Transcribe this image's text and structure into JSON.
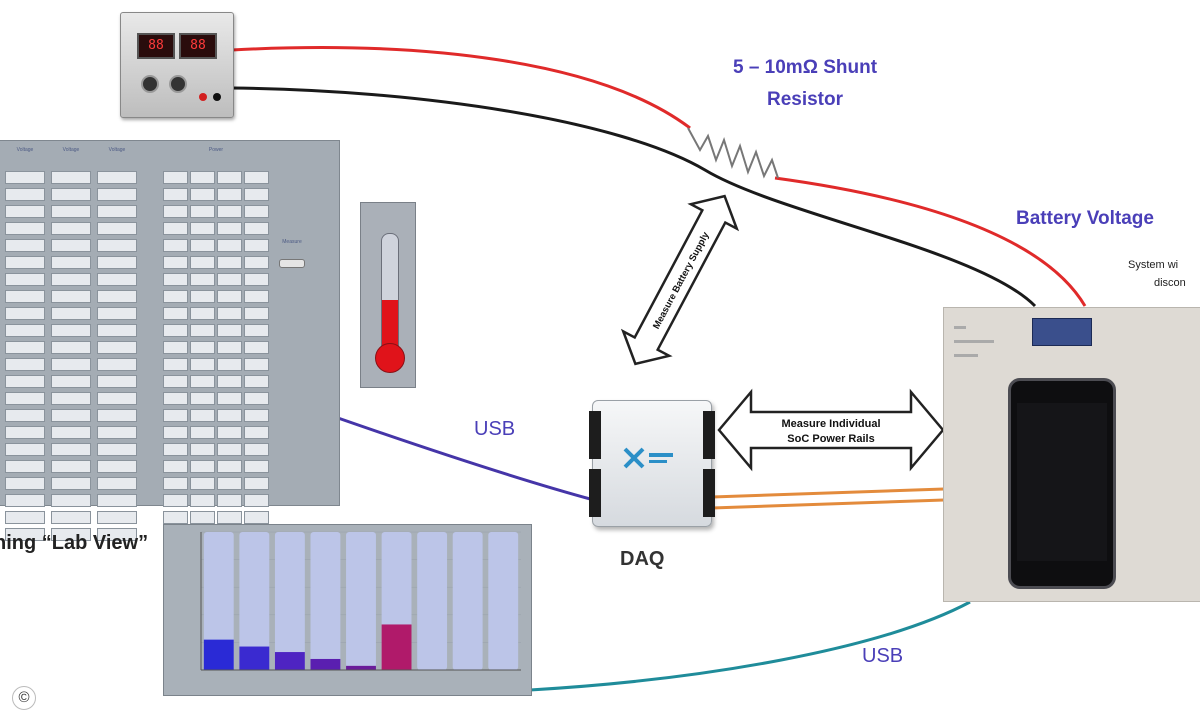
{
  "labels": {
    "shunt_line1": "5 – 10mΩ Shunt",
    "shunt_line2": "Resistor",
    "battery_voltage": "Battery Voltage",
    "system_line1": "System wi",
    "system_line2": "discon",
    "usb_left": "USB",
    "usb_right": "USB",
    "daq": "DAQ",
    "labview": "ning “Lab View”",
    "arrow_battery": "Measure Battery Supply",
    "arrow_soc_line1": "Measure Individual",
    "arrow_soc_line2": "SoC Power Rails",
    "copyright": "©"
  },
  "psu": {
    "display_left": "88",
    "display_right": "88"
  },
  "colors": {
    "label_blue": "#4a3fb8",
    "wire_red": "#e02a2a",
    "wire_black": "#1a1a1a",
    "wire_usb_left": "#4535a8",
    "wire_usb_right": "#1f8c9a",
    "wire_orange": "#e38b3c",
    "thermometer_fill": "#e0131a"
  },
  "panel": {
    "headers": [
      "Voltage",
      "Voltage",
      "Voltage",
      "Power"
    ],
    "toggle_label": "Measure"
  },
  "thermometer": {
    "level": 0.44
  },
  "chart_data": {
    "type": "bar",
    "categories": [
      "",
      "",
      "",
      "",
      "",
      "",
      "",
      "",
      ""
    ],
    "series": [
      {
        "values": [
          0.22,
          0.17,
          0.13,
          0.08,
          0.03,
          0.33,
          0,
          0,
          0
        ]
      }
    ],
    "bar_colors": [
      "#2a2ad6",
      "#3a2ad0",
      "#4e24c2",
      "#5a1fb0",
      "#6a1c9a",
      "#b01a6a",
      "#bcc5e8",
      "#bcc5e8",
      "#bcc5e8"
    ],
    "ylim": [
      0,
      1
    ],
    "ylabel": "",
    "xlabel": "",
    "title": "",
    "grid": true
  }
}
